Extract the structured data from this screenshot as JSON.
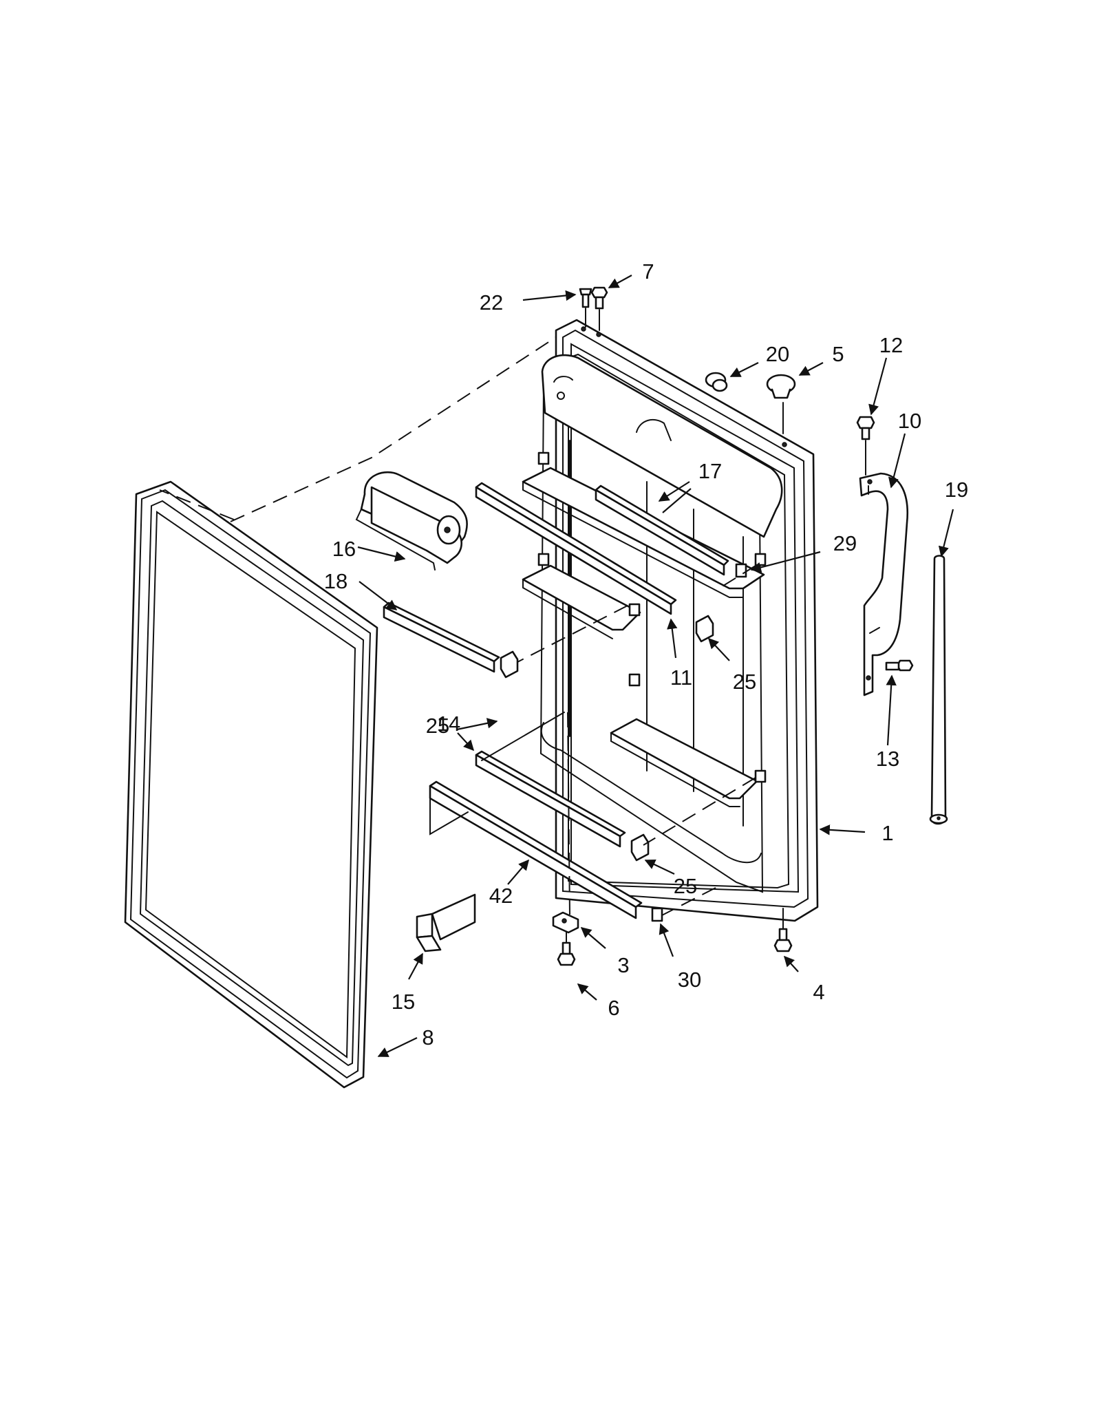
{
  "diagram": {
    "callouts": [
      {
        "id": "c22",
        "label": "22"
      },
      {
        "id": "c7",
        "label": "7"
      },
      {
        "id": "c20",
        "label": "20"
      },
      {
        "id": "c5",
        "label": "5"
      },
      {
        "id": "c12",
        "label": "12"
      },
      {
        "id": "c10",
        "label": "10"
      },
      {
        "id": "c19",
        "label": "19"
      },
      {
        "id": "c17",
        "label": "17"
      },
      {
        "id": "c29",
        "label": "29"
      },
      {
        "id": "c16",
        "label": "16"
      },
      {
        "id": "c18",
        "label": "18"
      },
      {
        "id": "c11",
        "label": "11"
      },
      {
        "id": "c25a",
        "label": "25"
      },
      {
        "id": "c25b",
        "label": "25"
      },
      {
        "id": "c13",
        "label": "13"
      },
      {
        "id": "c14",
        "label": "14"
      },
      {
        "id": "c1",
        "label": "1"
      },
      {
        "id": "c25c",
        "label": "25"
      },
      {
        "id": "c42",
        "label": "42"
      },
      {
        "id": "c3",
        "label": "3"
      },
      {
        "id": "c30",
        "label": "30"
      },
      {
        "id": "c4",
        "label": "4"
      },
      {
        "id": "c15",
        "label": "15"
      },
      {
        "id": "c6",
        "label": "6"
      },
      {
        "id": "c8",
        "label": "8"
      }
    ]
  }
}
